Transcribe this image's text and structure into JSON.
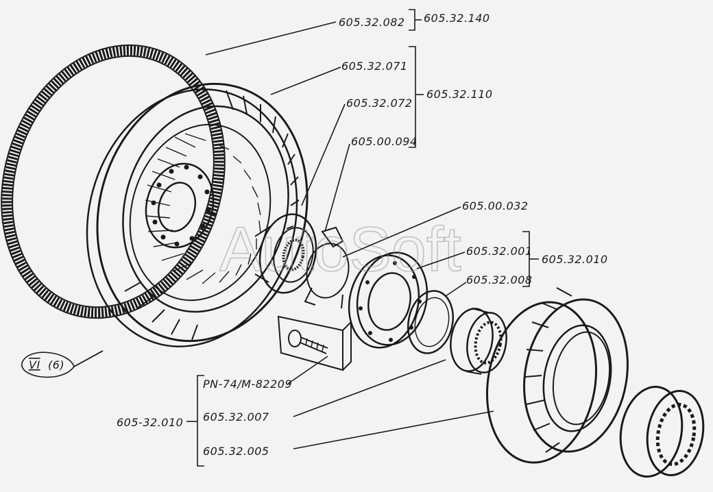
{
  "watermark": "AutoSoft",
  "view_marker": {
    "roman": "VI",
    "number": "(6)"
  },
  "labels": {
    "gasket": "605.32.082",
    "gasket_group": "605.32.140",
    "impeller": "605.32.071",
    "hub": "605.32.072",
    "washer": "605.00.094",
    "impeller_group": "605.32.110",
    "lock_washer": "605.00.032",
    "flange": "605.32.001",
    "ring": "605.32.008",
    "flange_group": "605.32.010",
    "screw": "PN-74/M-82209",
    "bearing_group": "605-32.010",
    "bearing_cage": "605.32.007",
    "bearing_ring": "605.32.005"
  },
  "colors": {
    "ink": "#1a1a1a",
    "paper": "#f3f3f3",
    "watermark": "#9a9a9a"
  }
}
